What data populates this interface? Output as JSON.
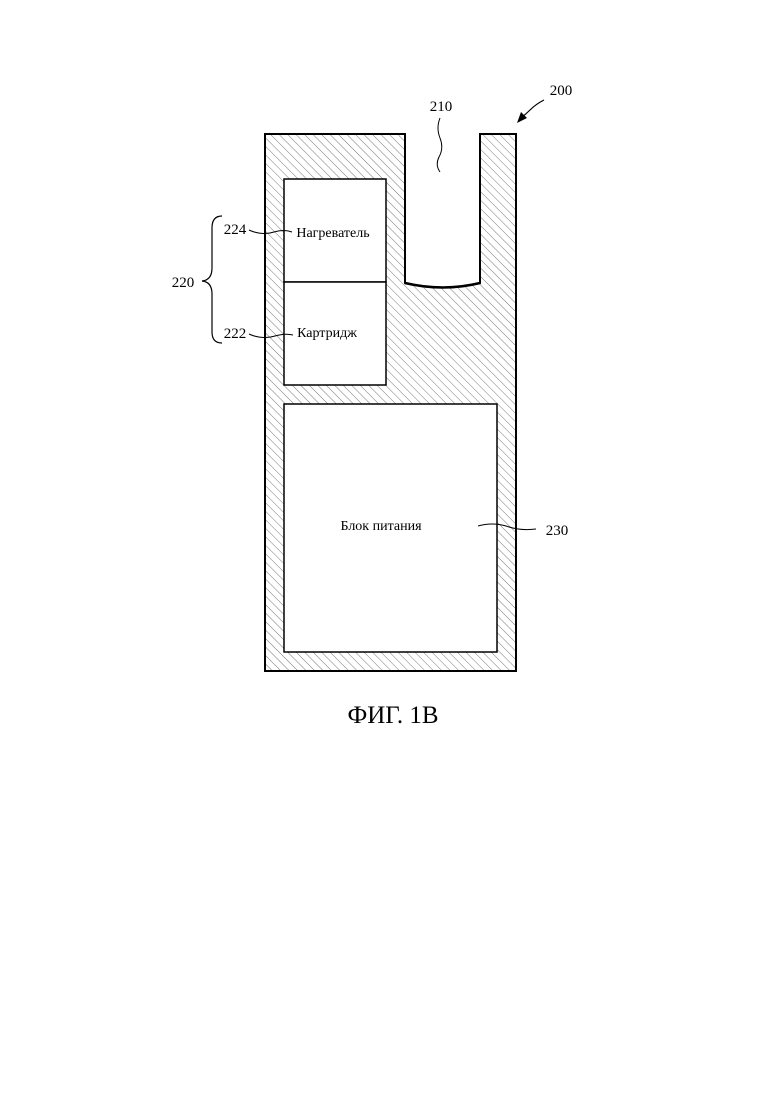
{
  "figure": {
    "caption": "ФИГ. 1В",
    "refs": {
      "device": "200",
      "opening": "210",
      "assembly": "220",
      "cartridge": "222",
      "heater": "224",
      "power": "230"
    },
    "components": {
      "heater": "Нагреватель",
      "cartridge": "Картридж",
      "power": "Блок питания"
    }
  }
}
